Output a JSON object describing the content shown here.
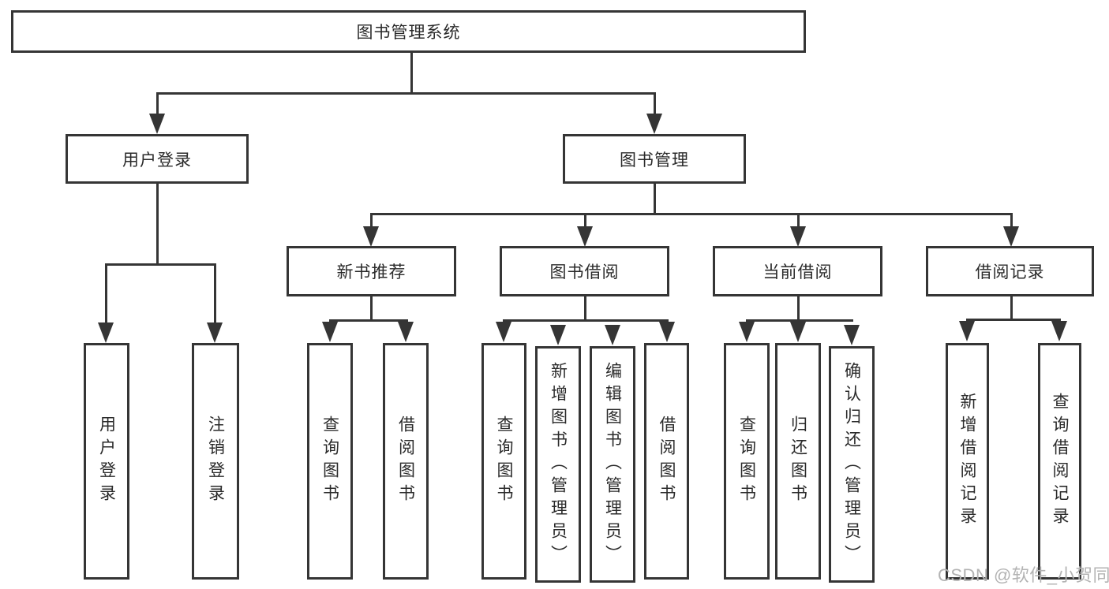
{
  "diagram_title": "图书管理系统",
  "nodes": {
    "root": "图书管理系统",
    "user_login": "用户登录",
    "book_mgmt": "图书管理",
    "new_book_rec": "新书推荐",
    "book_borrow": "图书借阅",
    "current_borrow": "当前借阅",
    "borrow_record": "借阅记录",
    "leaf_user_login": "用户登录",
    "leaf_logout": "注销登录",
    "leaf_rec_query_book": "查询图书",
    "leaf_rec_borrow_book": "借阅图书",
    "leaf_bb_query_book": "查询图书",
    "leaf_bb_add_book_admin": "新增图书（管理员）",
    "leaf_bb_edit_book_admin": "编辑图书（管理员）",
    "leaf_bb_borrow_book": "借阅图书",
    "leaf_cb_query_book": "查询图书",
    "leaf_cb_return_book": "归还图书",
    "leaf_cb_confirm_return_admin": "确认归还（管理员）",
    "leaf_br_add_record": "新增借阅记录",
    "leaf_br_query_record": "查询借阅记录"
  },
  "watermark": "CSDN @软件_小贺同学",
  "colors": {
    "line": "#353535",
    "text": "#2a2a2a",
    "background": "#ffffff",
    "watermark": "#b3b3b3"
  }
}
